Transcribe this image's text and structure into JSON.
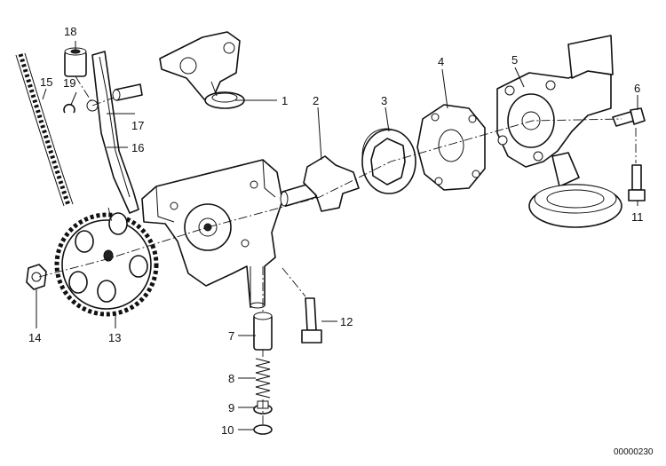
{
  "callouts": {
    "c1": "1",
    "c2": "2",
    "c3": "3",
    "c4": "4",
    "c5": "5",
    "c6": "6",
    "c7": "7",
    "c8": "8",
    "c9": "9",
    "c10": "10",
    "c11": "11",
    "c12": "12",
    "c13": "13",
    "c14": "14",
    "c15": "15",
    "c16": "16",
    "c17": "17",
    "c18": "18",
    "c19": "19"
  },
  "catalog_number": "00000230"
}
